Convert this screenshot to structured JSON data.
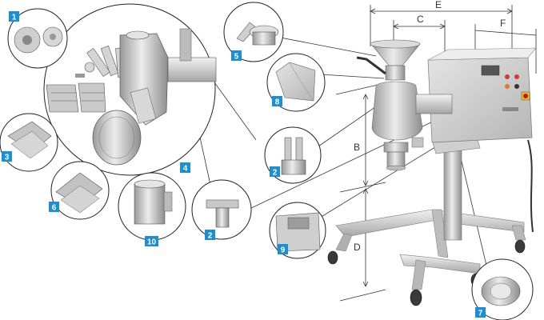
{
  "colors": {
    "badge": "#1a8fd6",
    "steel_light": "#e6e6e6",
    "steel_mid": "#c2c2c2",
    "steel_dark": "#8a8a8a",
    "line": "#333333"
  },
  "dimensions": {
    "E": "E",
    "C": "C",
    "F": "F",
    "B": "B",
    "D": "D"
  },
  "callouts": [
    {
      "id": "callout-1",
      "label": "1"
    },
    {
      "id": "callout-2-left",
      "label": "2"
    },
    {
      "id": "callout-2-right",
      "label": "2"
    },
    {
      "id": "callout-3",
      "label": "3"
    },
    {
      "id": "callout-4",
      "label": "4"
    },
    {
      "id": "callout-5",
      "label": "5"
    },
    {
      "id": "callout-6",
      "label": "6"
    },
    {
      "id": "callout-7",
      "label": "7"
    },
    {
      "id": "callout-8",
      "label": "8"
    },
    {
      "id": "callout-9",
      "label": "9"
    },
    {
      "id": "callout-10",
      "label": "10"
    }
  ]
}
